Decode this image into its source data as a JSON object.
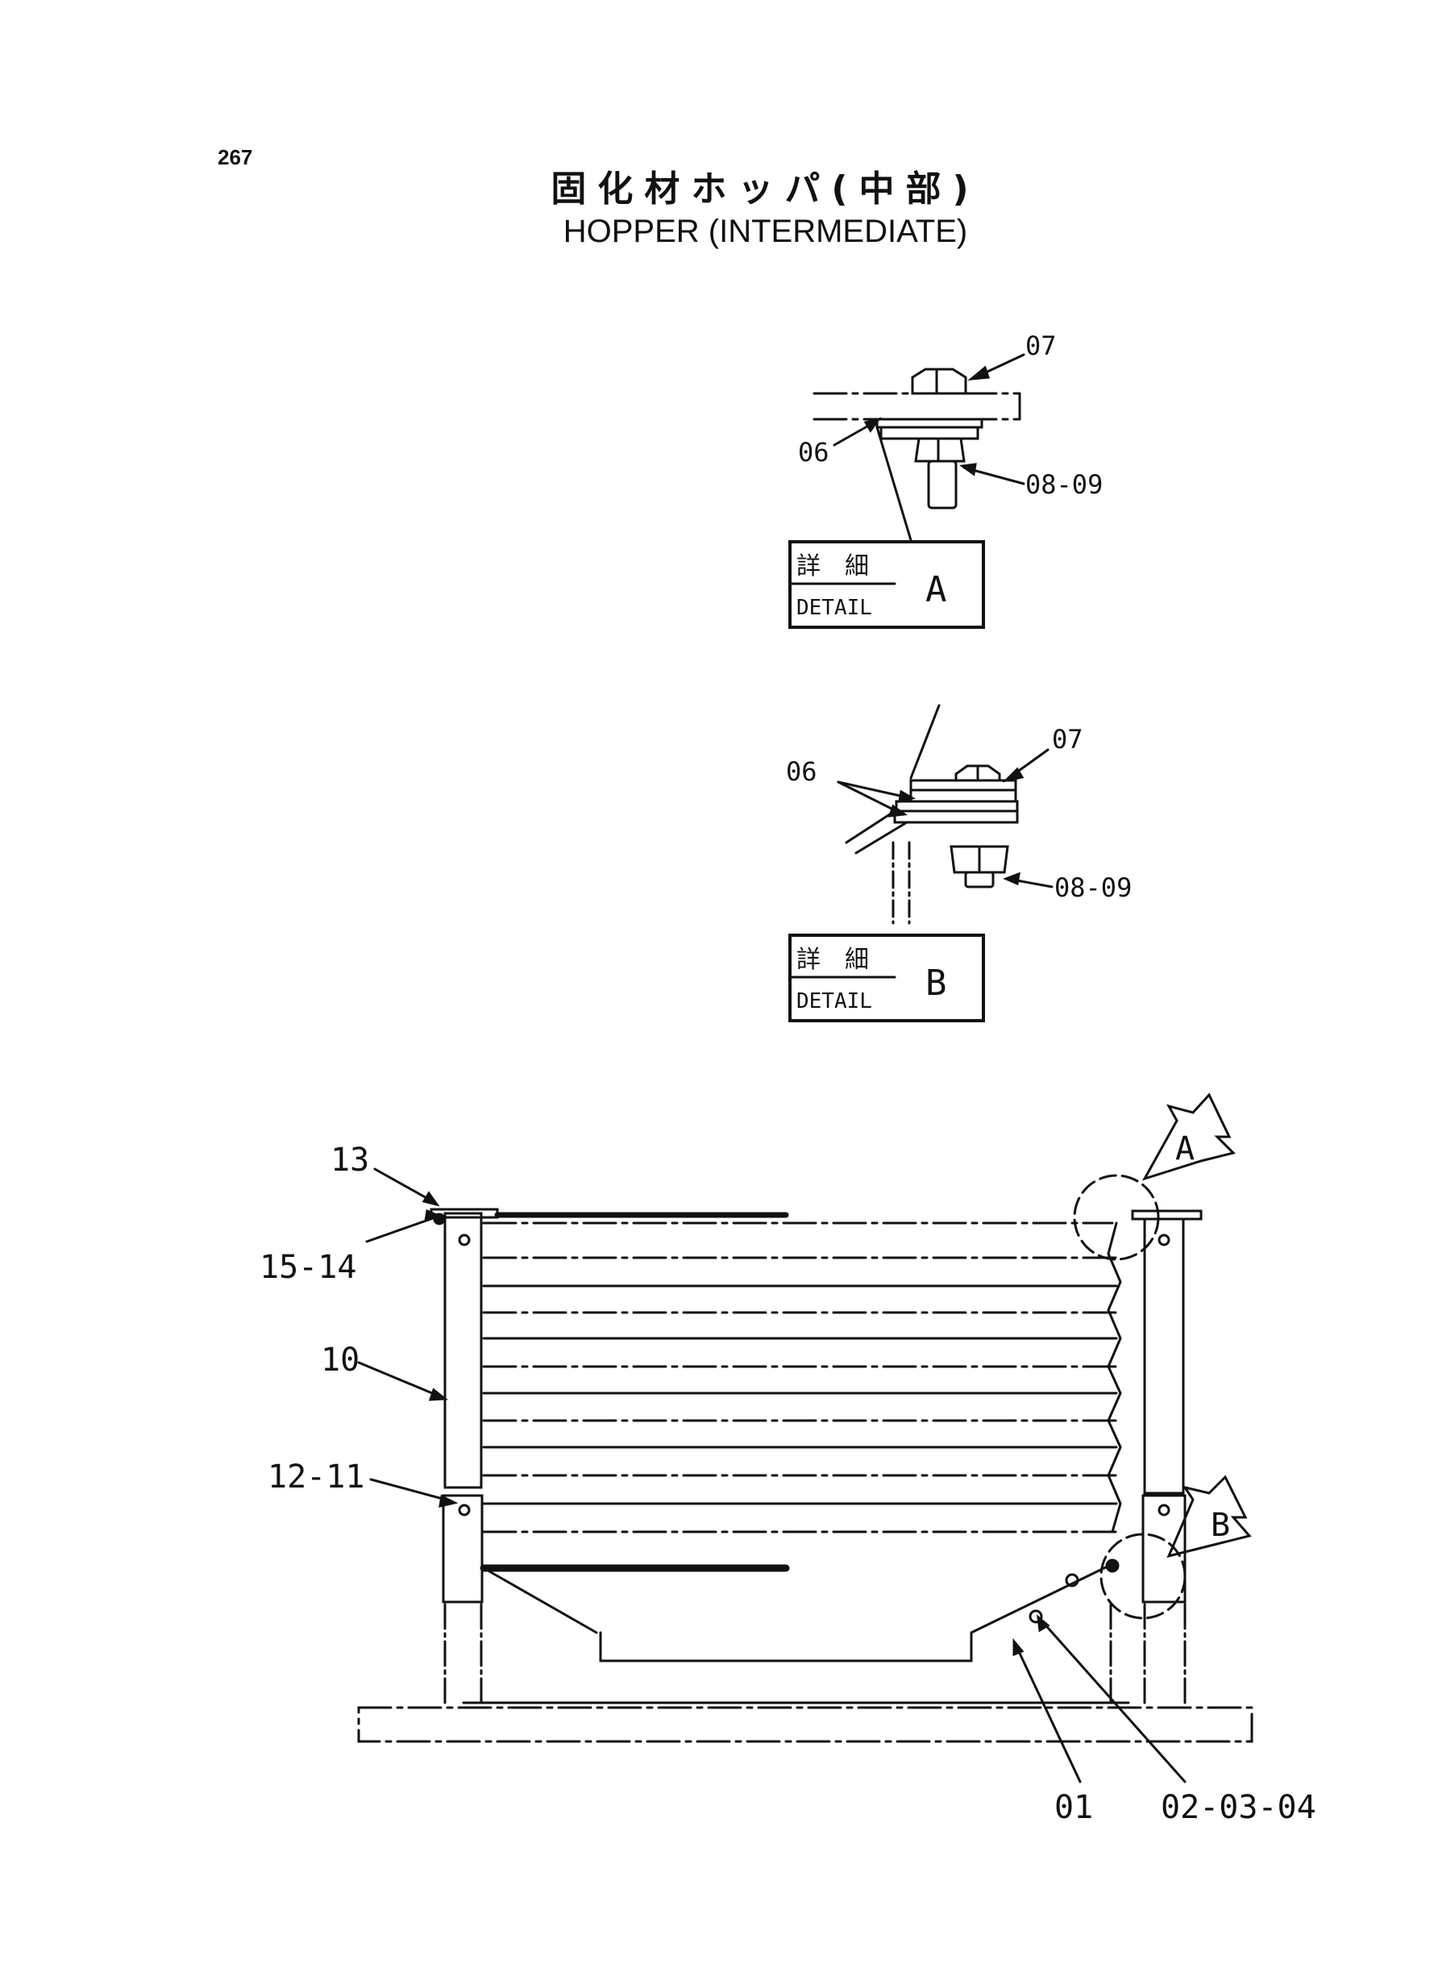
{
  "page_number": "267",
  "title_jp": "固化材ホッパ(中部)",
  "title_en": "HOPPER (INTERMEDIATE)",
  "detail_a": {
    "jp_label": "詳　細",
    "en_label": "DETAIL",
    "letter": "A",
    "callouts": [
      "07",
      "06",
      "08-09"
    ]
  },
  "detail_b": {
    "jp_label": "詳　細",
    "en_label": "DETAIL",
    "letter": "B",
    "callouts": [
      "07",
      "06",
      "08-09"
    ]
  },
  "main_view": {
    "callouts": [
      "13",
      "15-14",
      "10",
      "12-11",
      "01",
      "02-03-04"
    ],
    "view_markers": [
      "A",
      "B"
    ]
  }
}
